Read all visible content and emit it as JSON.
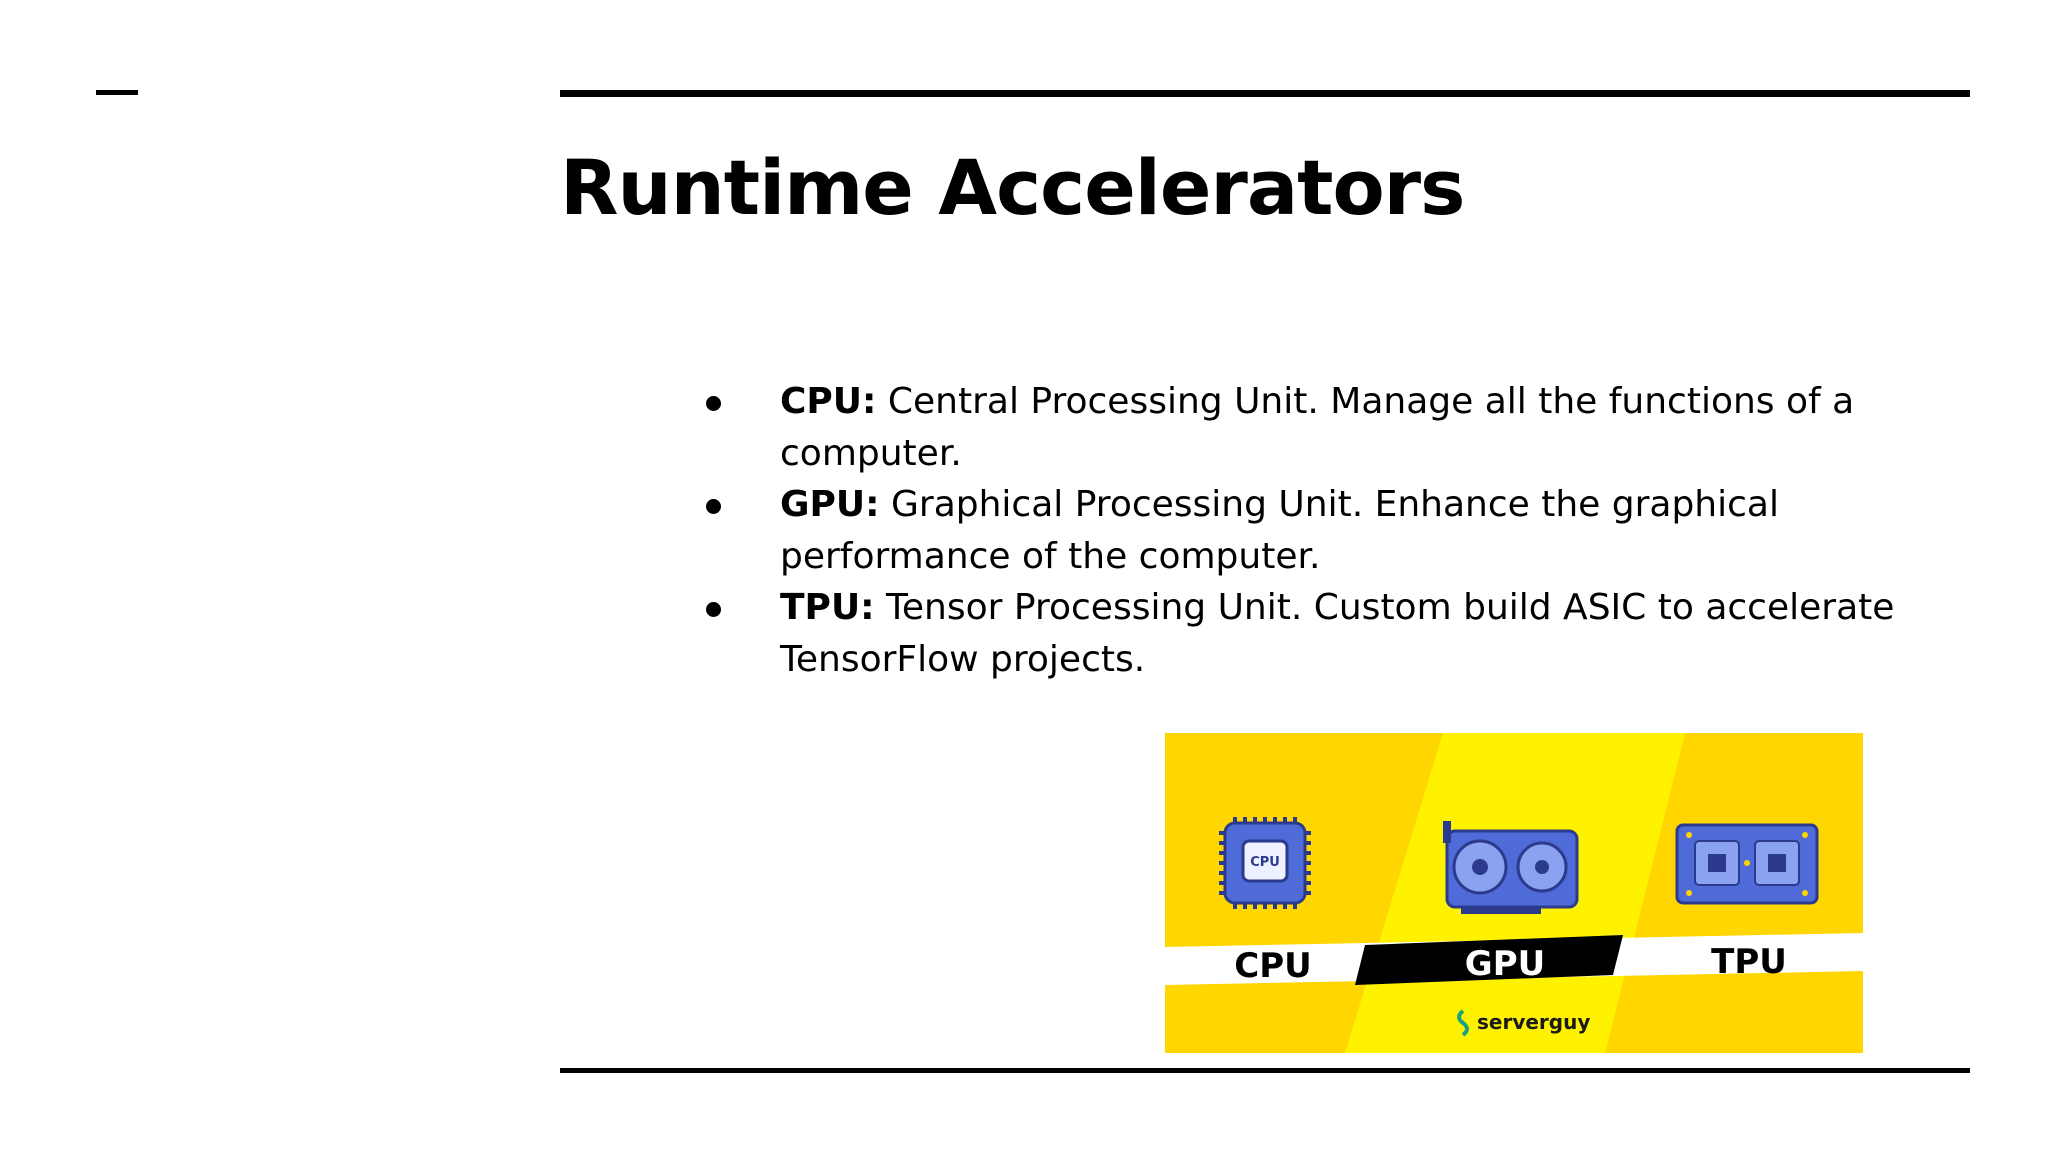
{
  "slide": {
    "title": "Runtime Accelerators",
    "bullets": [
      {
        "term": "CPU:",
        "text": " Central Processing Unit. Manage all the functions of a computer."
      },
      {
        "term": "GPU:",
        "text": " Graphical Processing Unit. Enhance the graphical performance of the computer."
      },
      {
        "term": "TPU:",
        "text": " Tensor Processing Unit. Custom build ASIC to accelerate TensorFlow projects."
      }
    ]
  },
  "illustration": {
    "labels": {
      "cpu": "CPU",
      "gpu": "GPU",
      "tpu": "TPU",
      "chip_text": "CPU"
    },
    "logo_text": "serverguy",
    "colors": {
      "yellow_dark": "#ffd600",
      "yellow_bright": "#fff200",
      "chip_blue": "#4f6bd8",
      "chip_dark": "#2b3a8c",
      "band_white": "#ffffff",
      "band_black": "#000000"
    }
  }
}
